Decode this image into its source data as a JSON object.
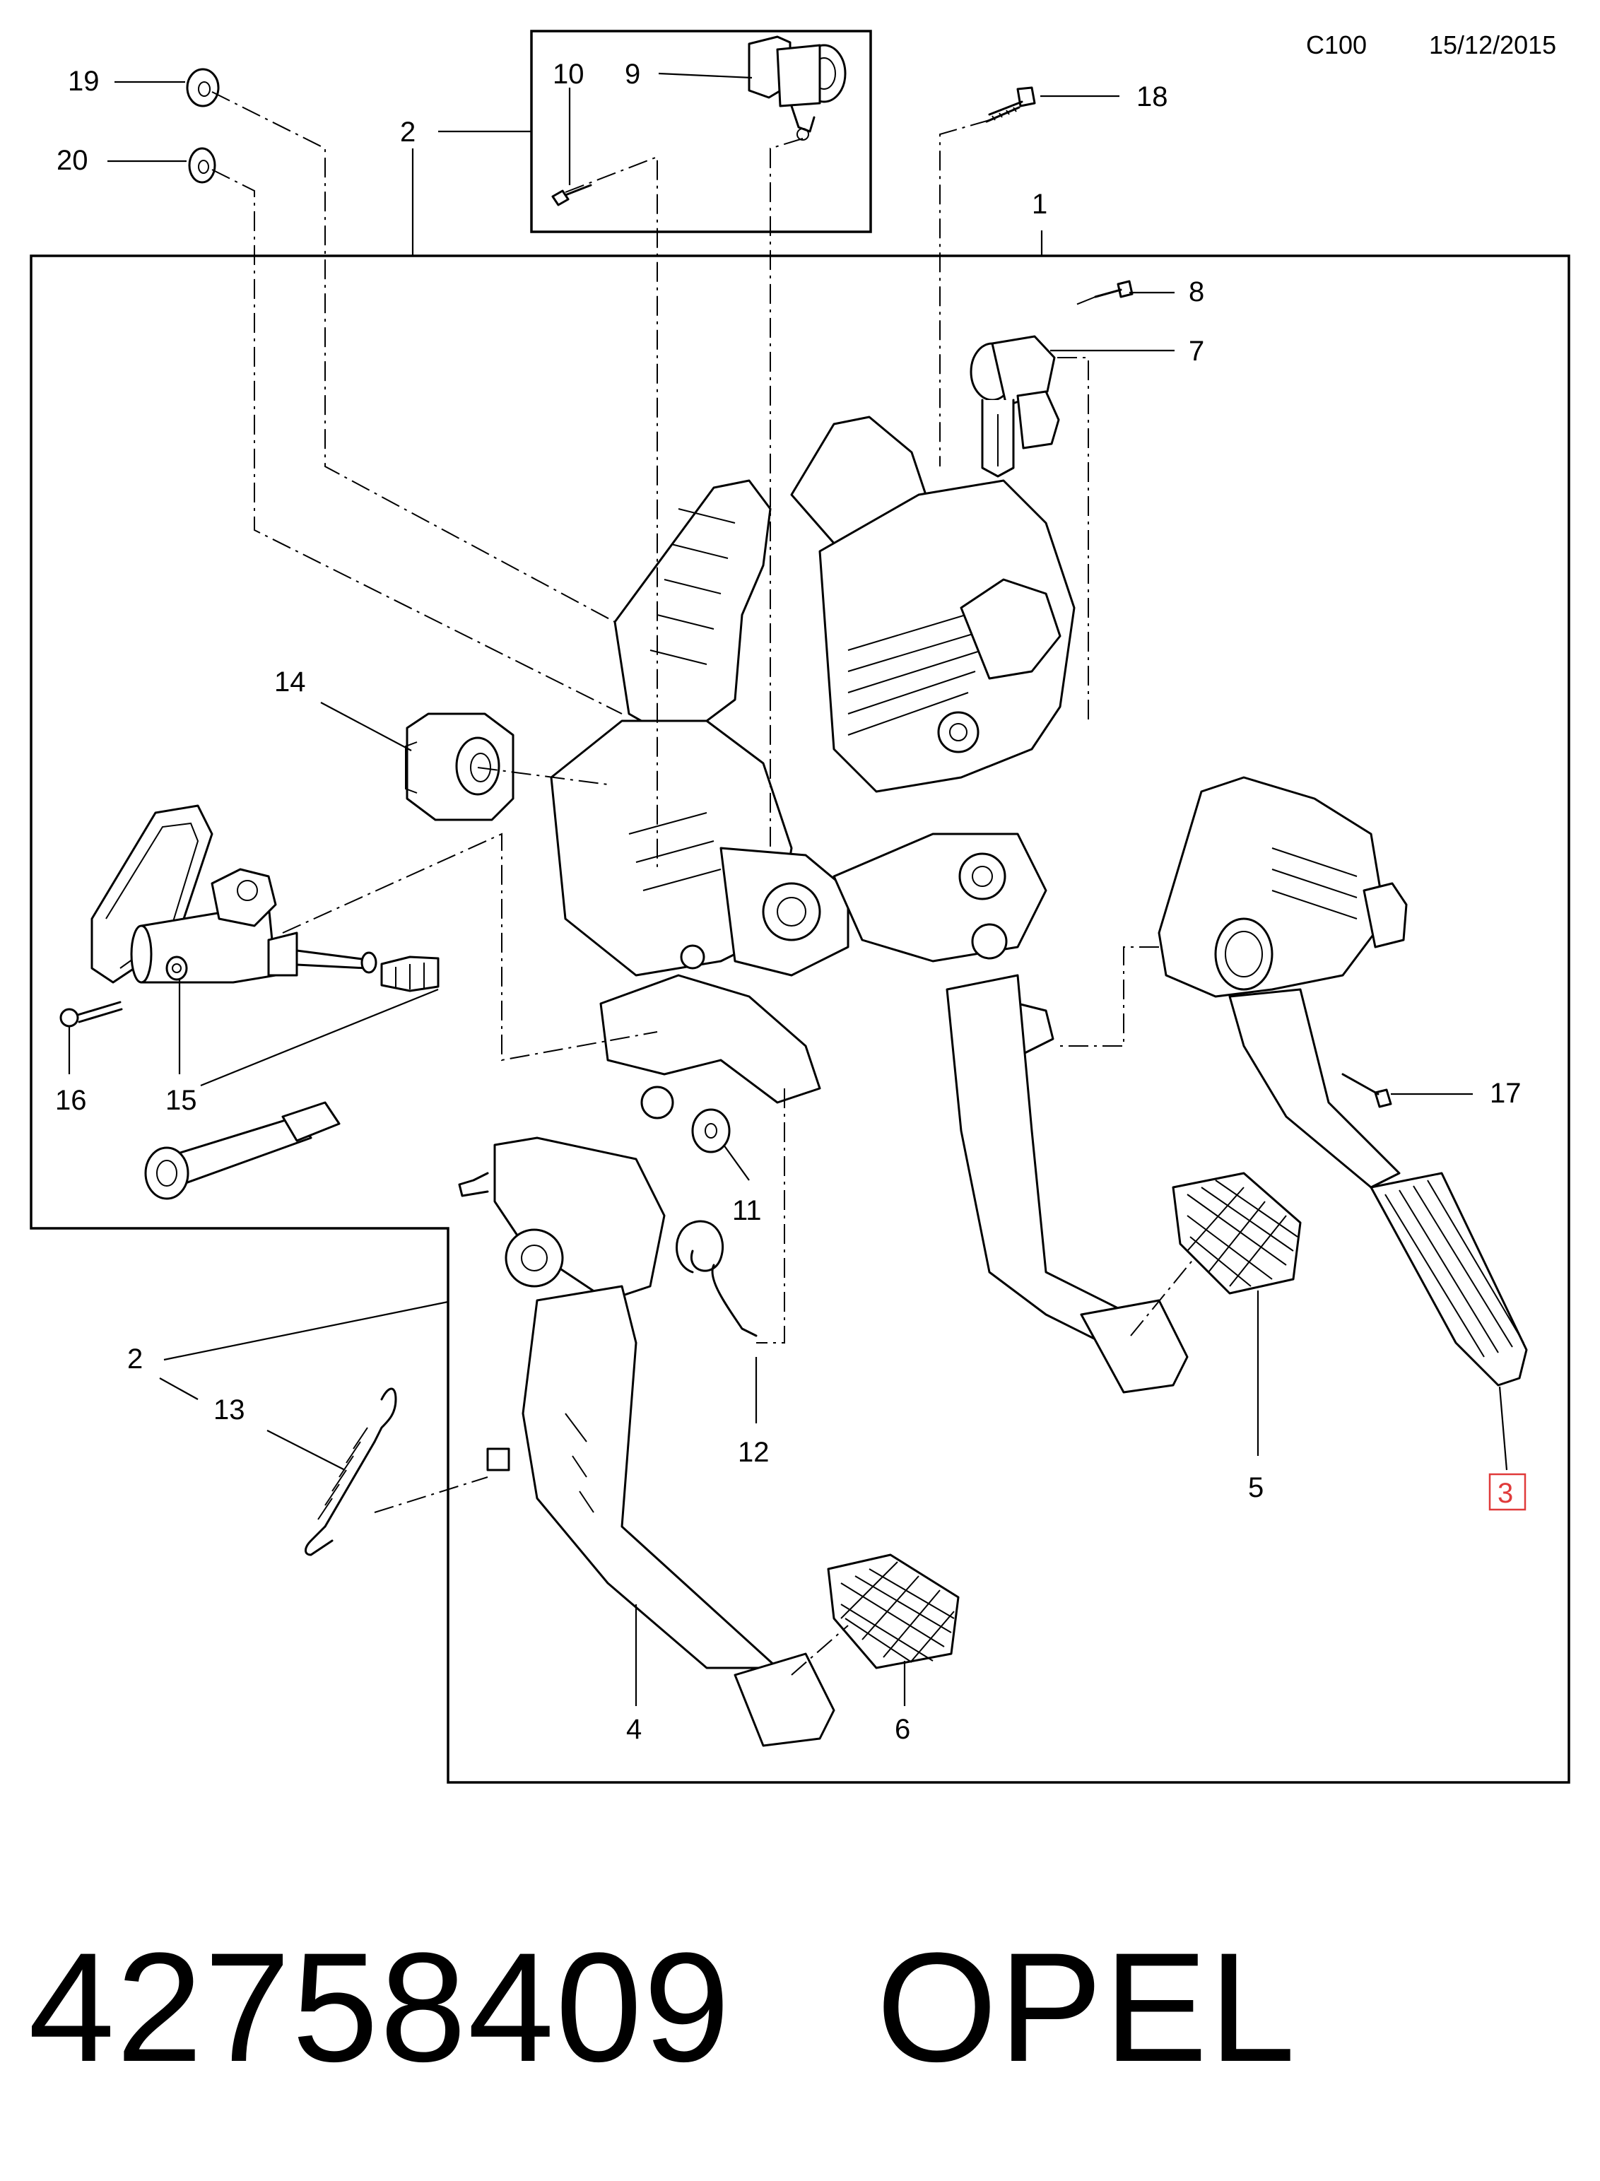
{
  "header": {
    "code": "C100",
    "date": "15/12/2015"
  },
  "callouts": {
    "c1": "1",
    "c2_top": "2",
    "c2_bottom": "2",
    "c3": "3",
    "c4": "4",
    "c5": "5",
    "c6": "6",
    "c7": "7",
    "c8": "8",
    "c9": "9",
    "c10": "10",
    "c11": "11",
    "c12": "12",
    "c13": "13",
    "c14": "14",
    "c15": "15",
    "c16": "16",
    "c17": "17",
    "c18": "18",
    "c19": "19",
    "c20": "20"
  },
  "highlighted_callout": "3",
  "highlight_color": "#e03a3a",
  "footer": {
    "part_number": "42758409",
    "brand": "OPEL"
  }
}
